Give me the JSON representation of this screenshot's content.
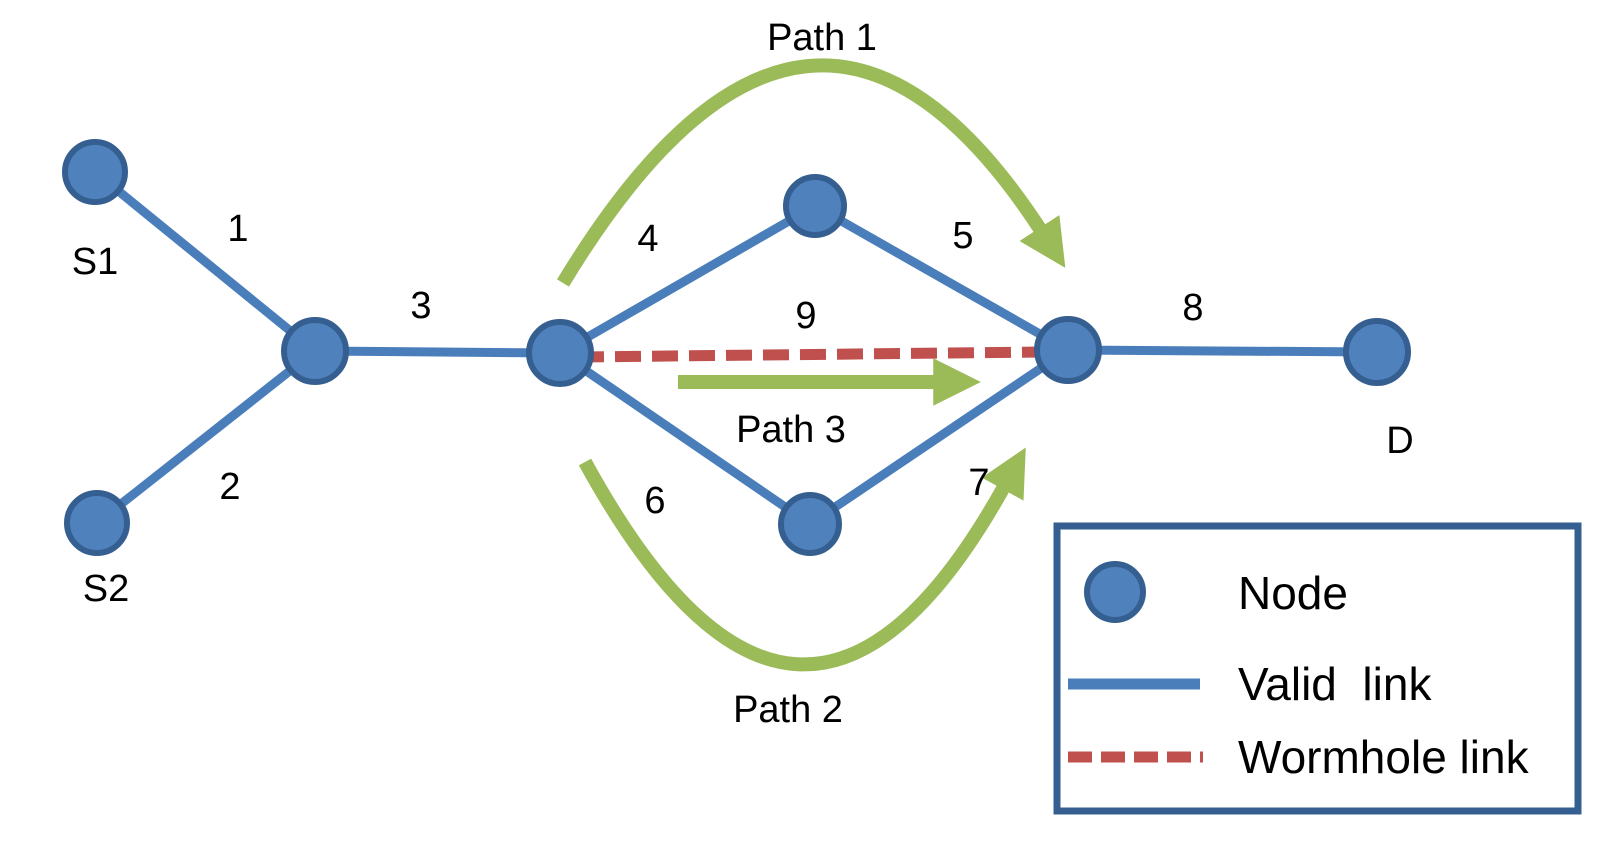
{
  "colors": {
    "node-fill": "#4f81bd",
    "node-border": "#365f91",
    "valid-link": "#4a7ebb",
    "wormhole-link": "#c0504d",
    "path-green": "#9bbb59",
    "legend-border": "#365f91",
    "label-text": "#000000"
  },
  "labels": {
    "s1": "S1",
    "s2": "S2",
    "d": "D",
    "edge1": "1",
    "edge2": "2",
    "edge3": "3",
    "edge4": "4",
    "edge5": "5",
    "edge6": "6",
    "edge7": "7",
    "edge8": "8",
    "edge9": "9",
    "path1": "Path 1",
    "path2": "Path 2",
    "path3": "Path 3"
  },
  "legend": {
    "node": "Node",
    "valid_link": "Valid  link",
    "wormhole_link": "Wormhole link"
  },
  "graph": {
    "type": "network-topology",
    "nodes": [
      {
        "id": "S1",
        "label": "S1"
      },
      {
        "id": "S2",
        "label": "S2"
      },
      {
        "id": "relay-1",
        "label": ""
      },
      {
        "id": "relay-2",
        "label": ""
      },
      {
        "id": "relay-top",
        "label": ""
      },
      {
        "id": "relay-bottom",
        "label": ""
      },
      {
        "id": "relay-3",
        "label": ""
      },
      {
        "id": "D",
        "label": "D"
      }
    ],
    "links": [
      {
        "id": "1",
        "from": "S1",
        "to": "relay-1",
        "type": "valid"
      },
      {
        "id": "2",
        "from": "S2",
        "to": "relay-1",
        "type": "valid"
      },
      {
        "id": "3",
        "from": "relay-1",
        "to": "relay-2",
        "type": "valid"
      },
      {
        "id": "4",
        "from": "relay-2",
        "to": "relay-top",
        "type": "valid"
      },
      {
        "id": "5",
        "from": "relay-top",
        "to": "relay-3",
        "type": "valid"
      },
      {
        "id": "6",
        "from": "relay-2",
        "to": "relay-bottom",
        "type": "valid"
      },
      {
        "id": "7",
        "from": "relay-bottom",
        "to": "relay-3",
        "type": "valid"
      },
      {
        "id": "8",
        "from": "relay-3",
        "to": "D",
        "type": "valid"
      },
      {
        "id": "9",
        "from": "relay-2",
        "to": "relay-3",
        "type": "wormhole"
      }
    ],
    "paths": [
      {
        "label": "Path 1",
        "via_links": [
          "4",
          "5"
        ]
      },
      {
        "label": "Path 2",
        "via_links": [
          "6",
          "7"
        ]
      },
      {
        "label": "Path 3",
        "via_links": [
          "9"
        ]
      }
    ]
  }
}
